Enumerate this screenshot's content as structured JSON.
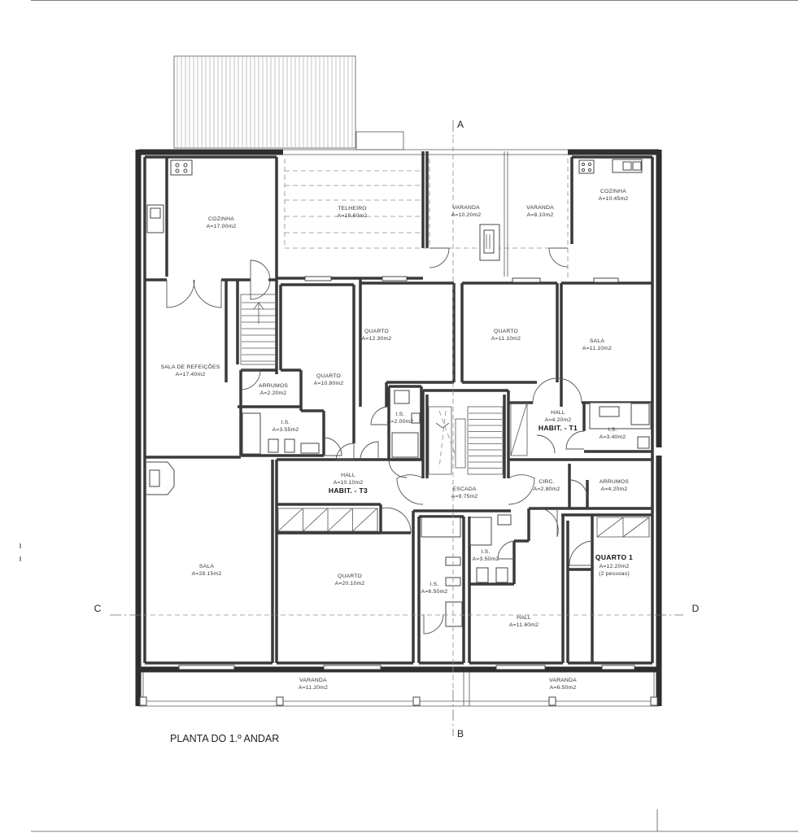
{
  "drawing": {
    "title": "PLANTA DO 1.º ANDAR",
    "section_marks": {
      "a": "A",
      "b": "B",
      "c": "C",
      "d": "D"
    },
    "unit_labels": {
      "t3": "HABIT. - T3",
      "t1": "HABIT. - T1"
    }
  },
  "rooms": {
    "cozinha_left": {
      "name": "COZINHA",
      "area": "A=17.00m2"
    },
    "telheiro": {
      "name": "TELHEIRO",
      "area": "A=18.60m2"
    },
    "varanda_a": {
      "name": "VARANDA",
      "area": "A=10.20m2"
    },
    "varanda_b": {
      "name": "VARANDA",
      "area": "A=8.10m2"
    },
    "cozinha_right": {
      "name": "COZINHA",
      "area": "A=10.45m2"
    },
    "sala_refeicoes": {
      "name": "SALA DE REFEIÇÕES",
      "area": "A=17.40m2"
    },
    "arrumos_left": {
      "name": "ARRUMOS",
      "area": "A=2.20m2"
    },
    "quarto_1080": {
      "name": "QUARTO",
      "area": "A=10.80m2"
    },
    "quarto_1230": {
      "name": "QUARTO",
      "area": "A=12.30m2"
    },
    "quarto_1110": {
      "name": "QUARTO",
      "area": "A=11.10m2"
    },
    "sala_1110": {
      "name": "SALA",
      "area": "A=11.10m2"
    },
    "is_355": {
      "name": "I.S.",
      "area": "A=3.55m2"
    },
    "is_200": {
      "name": "I.S.",
      "area": "A=2.00m2"
    },
    "hall_420": {
      "name": "HALL",
      "area": "A=4.20m2"
    },
    "is_340": {
      "name": "I.S.",
      "area": "A=3.40m2"
    },
    "hall_1010": {
      "name": "HALL",
      "area": "A=10.10m2"
    },
    "escada": {
      "name": "ESCADA",
      "area": "A=9.75m2"
    },
    "circ": {
      "name": "CIRC.",
      "area": "A=2.80m2"
    },
    "arrumos_right": {
      "name": "ARRUMOS",
      "area": "A=4.20m2"
    },
    "sala_2815": {
      "name": "SALA",
      "area": "A=28.15m2"
    },
    "quarto_2010": {
      "name": "QUARTO",
      "area": "A=20.10m2"
    },
    "is_650": {
      "name": "I.S.",
      "area": "A=6.50m2"
    },
    "is_350": {
      "name": "I.S.",
      "area": "A=3.50m2"
    },
    "quarto1": {
      "name": "QUARTO 1",
      "area": "A=12.20m2",
      "note": "(2 pessoas)"
    },
    "hall_1160": {
      "name": "HALL",
      "area": "A=11.60m2"
    },
    "varanda_front_left": {
      "name": "VARANDA",
      "area": "A=11.20m2"
    },
    "varanda_front_right": {
      "name": "VARANDA",
      "area": "A=6.50m2"
    }
  }
}
